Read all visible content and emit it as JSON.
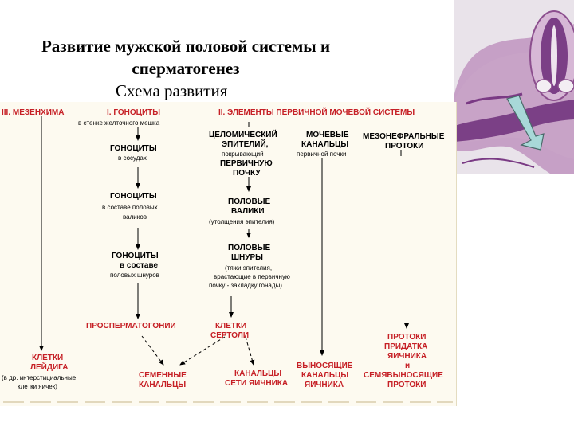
{
  "slide": {
    "title_line1": "Развитие мужской половой системы и",
    "title_line2": "сперматогенез",
    "subtitle": "Схема развития"
  },
  "scheme": {
    "headers": {
      "mesenchyme": "III. МЕЗЕНХИМА",
      "gonocytes": "I. ГОНОЦИТЫ",
      "primary_kidney": "II. ЭЛЕМЕНТЫ ПЕРВИЧНОЙ МОЧЕВОЙ СИСТЕМЫ"
    },
    "gonocyte_chain": {
      "yolk_wall": "в стенке желточного мешка",
      "vessels_title": "ГОНОЦИТЫ",
      "vessels_note": "в сосудах",
      "ridges_title": "ГОНОЦИТЫ",
      "ridges_note1": "в составе половых",
      "ridges_note2": "валиков",
      "cords_title1": "ГОНОЦИТЫ",
      "cords_title2": "в составе",
      "cords_note": "половых шнуров",
      "prospermatogonia": "ПРОСПЕРМАТОГОНИИ"
    },
    "epithelium_chain": {
      "coelom_title1": "ЦЕЛОМИЧЕСКИЙ",
      "coelom_title2": "ЭПИТЕЛИЙ,",
      "coelom_note": "покрывающий",
      "coelom_title3": "ПЕРВИЧНУЮ",
      "coelom_title4": "ПОЧКУ",
      "ridges_title1": "ПОЛОВЫЕ",
      "ridges_title2": "ВАЛИКИ",
      "ridges_note": "(утолщения эпителия)",
      "cords_title1": "ПОЛОВЫЕ",
      "cords_title2": "ШНУРЫ",
      "cords_note1": "(тяжи эпителия,",
      "cords_note2": "врастающие в первичную",
      "cords_note3": "почку - закладку гонады)",
      "sertoli1": "КЛЕТКИ",
      "sertoli2": "СЕРТОЛИ"
    },
    "tubules": {
      "title1": "МОЧЕВЫЕ",
      "title2": "КАНАЛЬЦЫ",
      "note": "первичной почки"
    },
    "ducts": {
      "title1": "МЕЗОНЕФРАЛЬНЫЕ",
      "title2": "ПРОТОКИ"
    },
    "results": {
      "leydig1": "КЛЕТКИ",
      "leydig2": "ЛЕЙДИГА",
      "leydig_note1": "(в др. интерстициальные",
      "leydig_note2": "клетки яичек)",
      "seminiferous1": "СЕМЕННЫЕ",
      "seminiferous2": "КАНАЛЬЦЫ",
      "rete1": "КАНАЛЬЦЫ",
      "rete2": "СЕТИ ЯИЧНИКА",
      "efferent1": "ВЫНОСЯЩИЕ",
      "efferent2": "КАНАЛЬЦЫ",
      "efferent3": "ЯИЧНИКА",
      "epididymis1": "ПРОТОКИ",
      "epididymis2": "ПРИДАТКА",
      "epididymis3": "ЯИЧНИКА",
      "epididymis4": "и",
      "epididymis5": "СЕМЯВЫНОСЯЩИЕ",
      "epididymis6": "ПРОТОКИ"
    }
  },
  "colors": {
    "header_red": "#c62026",
    "scheme_bg": "#fdfaf0",
    "pointer": "#a8d8d8"
  }
}
